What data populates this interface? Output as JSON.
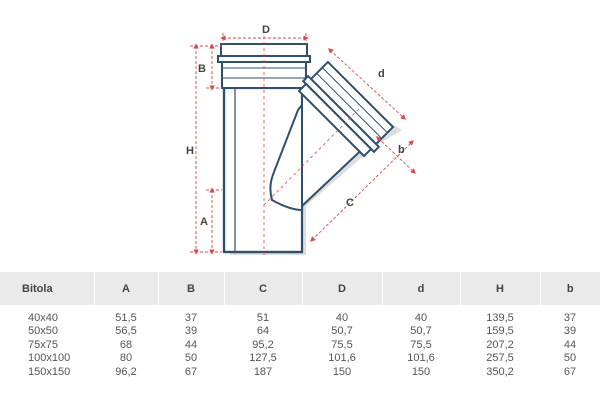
{
  "diagram": {
    "dimension_labels": {
      "D": "D",
      "B": "B",
      "H": "H",
      "A": "A",
      "d": "d",
      "b": "b",
      "C": "C"
    },
    "colors": {
      "pipe_outline": "#2f4f6f",
      "pipe_fill": "#ffffff",
      "shadow": "#c8c8c8",
      "dimension_line": "#d94a4a",
      "centerline": "#d94a4a"
    }
  },
  "table": {
    "headers": [
      "Bitola",
      "A",
      "B",
      "C",
      "D",
      "d",
      "H",
      "b"
    ],
    "rows": [
      [
        "40x40",
        "51,5",
        "37",
        "51",
        "40",
        "40",
        "139,5",
        "37"
      ],
      [
        "50x50",
        "56,5",
        "39",
        "64",
        "50,7",
        "50,7",
        "159,5",
        "39"
      ],
      [
        "75x75",
        "68",
        "44",
        "95,2",
        "75,5",
        "75,5",
        "207,2",
        "44"
      ],
      [
        "100x100",
        "80",
        "50",
        "127,5",
        "101,6",
        "101,6",
        "257,5",
        "50"
      ],
      [
        "150x150",
        "96,2",
        "67",
        "187",
        "150",
        "150",
        "350,2",
        "67"
      ]
    ]
  }
}
